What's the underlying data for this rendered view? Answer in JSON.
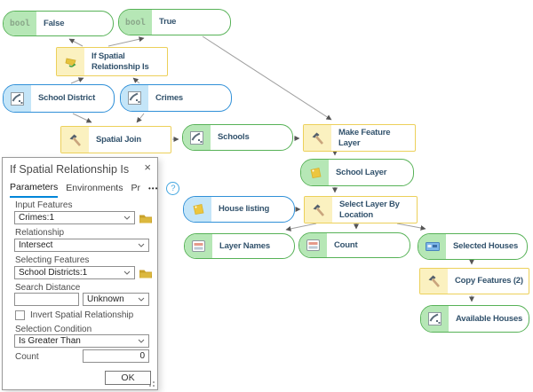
{
  "model": {
    "bool_label": "bool",
    "nodes": [
      {
        "id": "false",
        "label": "False",
        "type": "boolean-output"
      },
      {
        "id": "true",
        "label": "True",
        "type": "boolean-output"
      },
      {
        "id": "if-spatial-relationship-is",
        "label": "If Spatial Relationship Is",
        "type": "logical-tool"
      },
      {
        "id": "school-district",
        "label": "School District",
        "type": "input-data"
      },
      {
        "id": "crimes",
        "label": "Crimes",
        "type": "input-data"
      },
      {
        "id": "spatial-join",
        "label": "Spatial Join",
        "type": "tool"
      },
      {
        "id": "schools",
        "label": "Schools",
        "type": "output-data"
      },
      {
        "id": "make-feature-layer",
        "label": "Make Feature Layer",
        "type": "tool"
      },
      {
        "id": "school-layer",
        "label": "School Layer",
        "type": "output-layer"
      },
      {
        "id": "house-listing",
        "label": "House listing",
        "type": "input-layer"
      },
      {
        "id": "select-layer-by-location",
        "label": "Select Layer By Location",
        "type": "tool"
      },
      {
        "id": "layer-names",
        "label": "Layer Names",
        "type": "output-value"
      },
      {
        "id": "count",
        "label": "Count",
        "type": "output-value"
      },
      {
        "id": "selected-houses",
        "label": "Selected Houses",
        "type": "output-selection"
      },
      {
        "id": "copy-features",
        "label": "Copy Features (2)",
        "type": "tool"
      },
      {
        "id": "available-houses",
        "label": "Available Houses",
        "type": "output-data"
      }
    ]
  },
  "dialog": {
    "title": "If Spatial Relationship Is",
    "close_label": "×",
    "tabs": [
      "Parameters",
      "Environments",
      "Pr"
    ],
    "overflow_label": "•••",
    "help_label": "?",
    "input_features": {
      "label": "Input Features",
      "value": "Crimes:1"
    },
    "relationship": {
      "label": "Relationship",
      "value": "Intersect"
    },
    "selecting_features": {
      "label": "Selecting Features",
      "value": "School Districts:1"
    },
    "search_distance": {
      "label": "Search Distance",
      "value": "",
      "unit_value": "Unknown"
    },
    "invert": {
      "label": "Invert Spatial Relationship",
      "checked": false
    },
    "selection_condition": {
      "label": "Selection Condition",
      "value": "Is Greater Than"
    },
    "count": {
      "label": "Count",
      "value": "0"
    },
    "ok_label": "OK"
  },
  "colors": {
    "green_border": "#57b257",
    "green_fill": "#b6e7b6",
    "blue_border": "#3090d8",
    "blue_fill": "#c4e5f8",
    "yellow_border": "#ecd05a",
    "yellow_fill": "#fbf1c0",
    "accent_blue": "#0086d9",
    "line_gray": "#9f9f9f"
  }
}
